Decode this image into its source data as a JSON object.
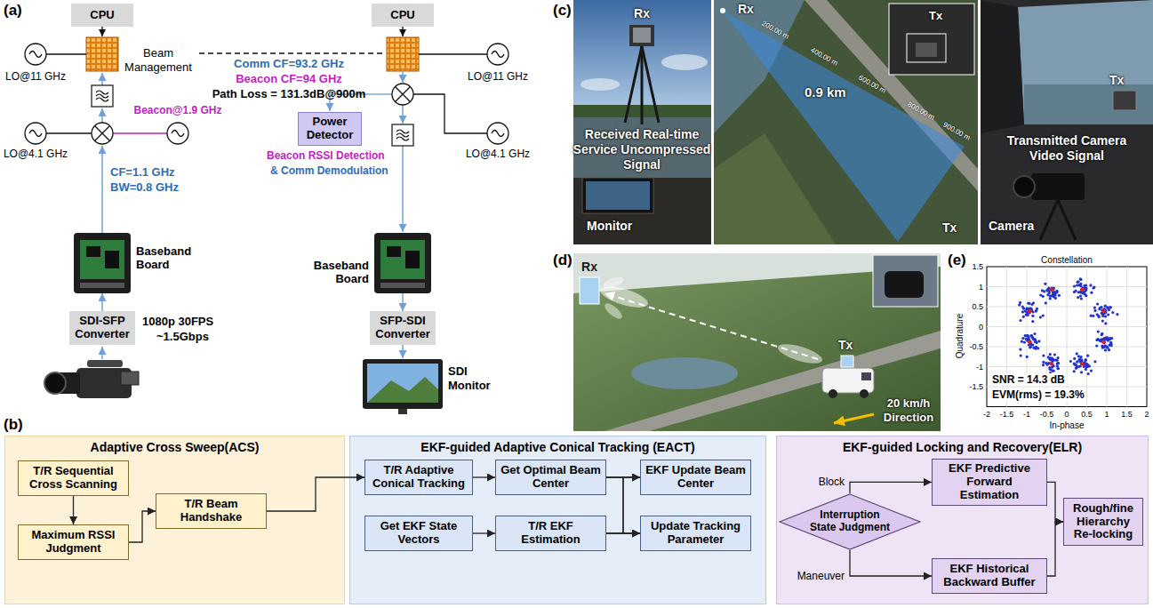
{
  "diagram": {
    "nodes": [
      {
        "text": [
          "CPU"
        ]
      },
      {
        "text": [
          "CPU"
        ]
      },
      {
        "text": [
          "Power Detector"
        ]
      },
      {
        "text": [
          "Baseband Board"
        ]
      },
      {
        "text": [
          "Baseband Board"
        ]
      },
      {
        "text": [
          "SDI-SFP Converter"
        ]
      },
      {
        "text": [
          "SFP-SDI Converter"
        ]
      },
      {
        "text": [
          "Adaptive Cross Sweep(ACS)"
        ]
      },
      {
        "text": [
          "T/R Sequential Cross Scanning"
        ],
        "in": 7
      },
      {
        "text": [
          "Maximum RSSI Judgment"
        ],
        "in": 7
      },
      {
        "text": [
          "T/R Beam Handshake"
        ],
        "in": 7
      },
      {
        "text": [
          "EKF-guided Adaptive Conical Tracking (EACT)"
        ]
      },
      {
        "text": [
          "T/R Adaptive Conical Tracking"
        ],
        "in": 11
      },
      {
        "text": [
          "Get Optimal Beam Center"
        ],
        "in": 11
      },
      {
        "text": [
          "EKF Update Beam Center"
        ],
        "in": 11
      },
      {
        "text": [
          "Get EKF State Vectors"
        ],
        "in": 11
      },
      {
        "text": [
          "T/R EKF Estimation"
        ],
        "in": 11
      },
      {
        "text": [
          "Update Tracking Parameter"
        ],
        "in": 11
      },
      {
        "text": [
          "EKF-guided Locking and Recovery(ELR)"
        ]
      },
      {
        "text": [
          "Interruption State Judgment"
        ],
        "in": 18
      },
      {
        "text": [
          "EKF Predictive Forward Estimation"
        ],
        "in": 18
      },
      {
        "text": [
          "EKF Historical Backward Buffer"
        ],
        "in": 18
      },
      {
        "text": [
          "Rough/fine Hierarchy Re-locking"
        ],
        "in": 18
      }
    ],
    "edges": [
      {
        "from": 5,
        "to": 3,
        "arrow": "to"
      },
      {
        "from": 4,
        "to": 6,
        "arrow": "to"
      },
      {
        "from": 8,
        "to": 9,
        "arrow": "to"
      },
      {
        "from": 9,
        "to": 10,
        "arrow": "to"
      },
      {
        "from": 10,
        "to": 12,
        "arrow": "to"
      },
      {
        "from": 12,
        "to": 13,
        "arrow": "to"
      },
      {
        "from": 15,
        "to": 16,
        "arrow": "to"
      },
      {
        "from": 13,
        "to": 14,
        "arrow": "to"
      },
      {
        "from": 13,
        "to": 17,
        "arrow": "to"
      },
      {
        "from": 16,
        "to": 14,
        "arrow": "to"
      },
      {
        "from": 16,
        "to": 17,
        "arrow": "to"
      },
      {
        "from": 19,
        "to": 20,
        "label": "Block",
        "arrow": "to"
      },
      {
        "from": 19,
        "to": 21,
        "label": "Maneuver",
        "arrow": "to"
      },
      {
        "from": 20,
        "to": 22,
        "arrow": "to"
      },
      {
        "from": 21,
        "to": 22,
        "arrow": "to"
      }
    ],
    "labels": [
      "(a)",
      "Beam Management",
      "Comm CF=93.2 GHz",
      "Beacon CF=94 GHz",
      "Path Loss = 131.3dB@900m",
      "LO@11 GHz",
      "LO@11 GHz",
      "LO@4.1 GHz",
      "LO@4.1 GHz",
      "Beacon@1.9 GHz",
      "CF=1.1 GHz",
      "BW=0.8 GHz",
      "Beacon RSSI Detection",
      "& Comm Demodulation",
      "1080p 30FPS",
      "~1.5Gbps",
      "SDI Monitor",
      "(c)",
      "Rx",
      "Received Real-time Service Uncompressed Signal",
      "Monitor",
      "Rx",
      "0.9 km",
      "Tx",
      "Tx",
      "200.00 m",
      "400.00 m",
      "600.00 m",
      "800.00 m",
      "900.00 m",
      "Tx",
      "Transmitted Camera Video Signal",
      "Camera",
      "(d)",
      "Rx",
      "Tx",
      "20 km/h Direction",
      "(e)",
      "Constellation",
      "Quadrature",
      "In-phase",
      "-2",
      "-1.5",
      "-1",
      "-0.5",
      "0",
      "0.5",
      "1",
      "1.5",
      "2",
      "1.5",
      "1",
      "0.5",
      "0",
      "-0.5",
      "-1",
      "-1.5",
      "SNR = 14.3 dB",
      "EVM(rms) = 19.3%",
      "(b)"
    ]
  }
}
